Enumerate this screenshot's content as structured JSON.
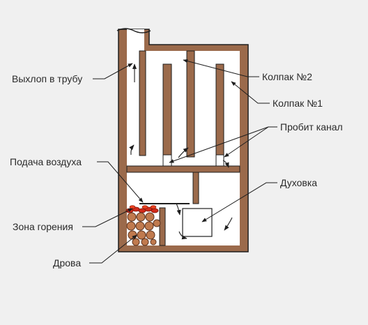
{
  "labels": {
    "exhaust": "Выхлоп в трубу",
    "hood2": "Колпак №2",
    "hood1": "Колпак №1",
    "breach": "Пробит канал",
    "air_supply": "Подача воздуха",
    "oven": "Духовка",
    "combustion_zone": "Зона горения",
    "firewood": "Дрова"
  },
  "colors": {
    "background": "#f0f0f0",
    "brick": "#9b6a4b",
    "interior": "#ffffff",
    "line": "#1e1e1e",
    "fire": "#d12a1a",
    "wood": "#c07a4e"
  }
}
